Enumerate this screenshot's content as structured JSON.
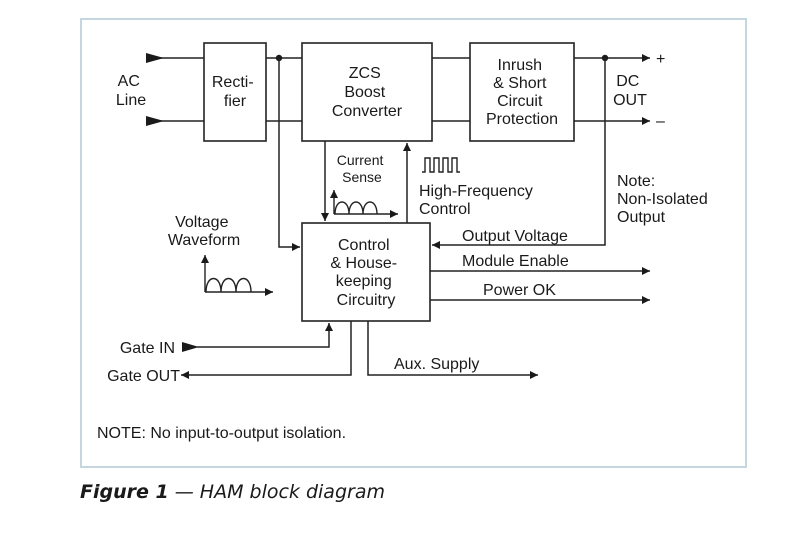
{
  "blocks": {
    "rectifier": [
      "Recti-",
      "fier"
    ],
    "zcs": [
      "ZCS",
      "Boost",
      "Converter"
    ],
    "inrush": [
      "Inrush",
      "& Short",
      "Circuit",
      "Protection"
    ],
    "control": [
      "Control",
      "& House-",
      "keeping",
      "Circuitry"
    ]
  },
  "labels": {
    "ac_line": [
      "AC",
      "Line"
    ],
    "dc_out": [
      "DC",
      "OUT"
    ],
    "plus": "+",
    "minus": "–",
    "current_sense": [
      "Current",
      "Sense"
    ],
    "hf_control": [
      "High-Frequency",
      "Control"
    ],
    "note_isolated": [
      "Note:",
      "Non-Isolated",
      "Output"
    ],
    "voltage_waveform": [
      "Voltage",
      "Waveform"
    ],
    "output_voltage": "Output Voltage",
    "module_enable": "Module  Enable",
    "power_ok": "Power OK",
    "gate_in": "Gate IN",
    "gate_out": "Gate OUT",
    "aux_supply": "Aux. Supply"
  },
  "note": "NOTE: No input-to-output isolation.",
  "caption": {
    "figure": "Figure 1",
    "text": " — HAM block diagram"
  },
  "colors": {
    "frame": "#c5d6df",
    "ink": "#1a1a1a"
  }
}
